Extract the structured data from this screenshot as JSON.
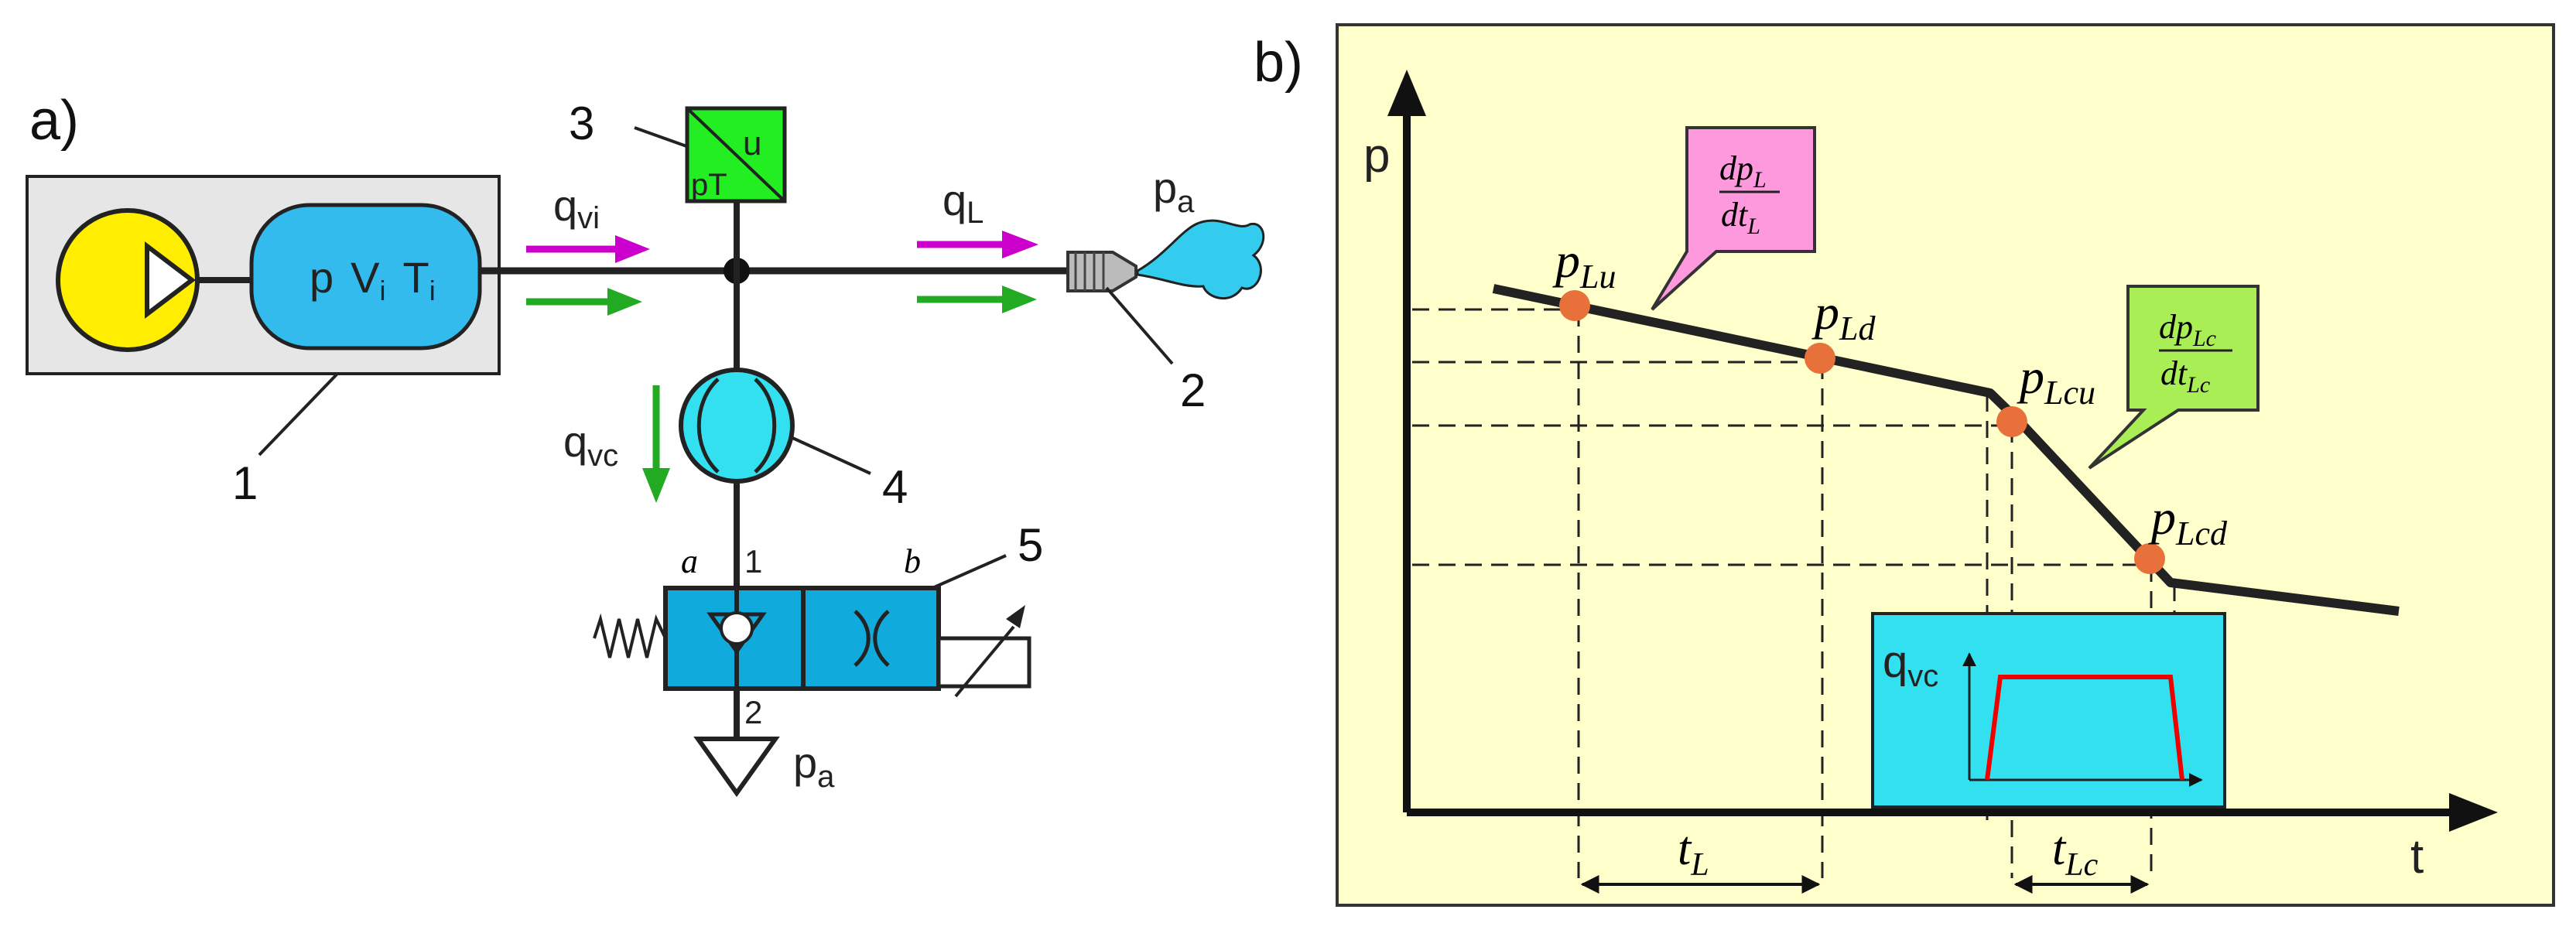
{
  "left_panel": {
    "panel_label": "a)",
    "reservoir": {
      "p": "p",
      "V": "V",
      "V_sub": "i",
      "T": "T",
      "T_sub": "i"
    },
    "sensor": {
      "top": "u",
      "bottom": "pT"
    },
    "flows": {
      "qvi": {
        "base": "q",
        "sub": "vi"
      },
      "qL": {
        "base": "q",
        "sub": "L"
      },
      "qvc": {
        "base": "q",
        "sub": "vc"
      }
    },
    "pa_nozzle": {
      "base": "p",
      "sub": "a"
    },
    "pa_exhaust": {
      "base": "p",
      "sub": "a"
    },
    "valve": {
      "pos_a": "a",
      "pos_b": "b",
      "port1": "1",
      "port2": "2"
    },
    "callouts": [
      "1",
      "2",
      "3",
      "4",
      "5"
    ]
  },
  "right_panel": {
    "panel_label": "b)",
    "axis_y": "p",
    "axis_x": "t",
    "points": {
      "pLu": {
        "base": "p",
        "sub": "Lu"
      },
      "pLd": {
        "base": "p",
        "sub": "Ld"
      },
      "pLcu": {
        "base": "p",
        "sub": "Lcu"
      },
      "pLcd": {
        "base": "p",
        "sub": "Lcd"
      }
    },
    "bubble_left": {
      "num": "dp",
      "num_sub": "L",
      "den": "dt",
      "den_sub": "L"
    },
    "bubble_right": {
      "num": "dp",
      "num_sub": "Lc",
      "den": "dt",
      "den_sub": "Lc"
    },
    "interval_tL": {
      "base": "t",
      "sub": "L"
    },
    "interval_tLc": {
      "base": "t",
      "sub": "Lc"
    },
    "inset": {
      "label_base": "q",
      "label_sub": "vc"
    }
  },
  "colors": {
    "pump": "#ffee00",
    "reservoir": "#33bbee",
    "sensor": "#22ee22",
    "valve": "#11aadd",
    "flow_magenta": "#cc00cc",
    "flow_green": "#22aa22",
    "point": "#e8703a",
    "bubble_pink": "#ff99dd",
    "bubble_green": "#aaee55",
    "inset": "#33e0f0",
    "inset_curve": "#ee0000",
    "chart_bg": "#ffffcc",
    "left_bg": "#e6e6e6"
  }
}
